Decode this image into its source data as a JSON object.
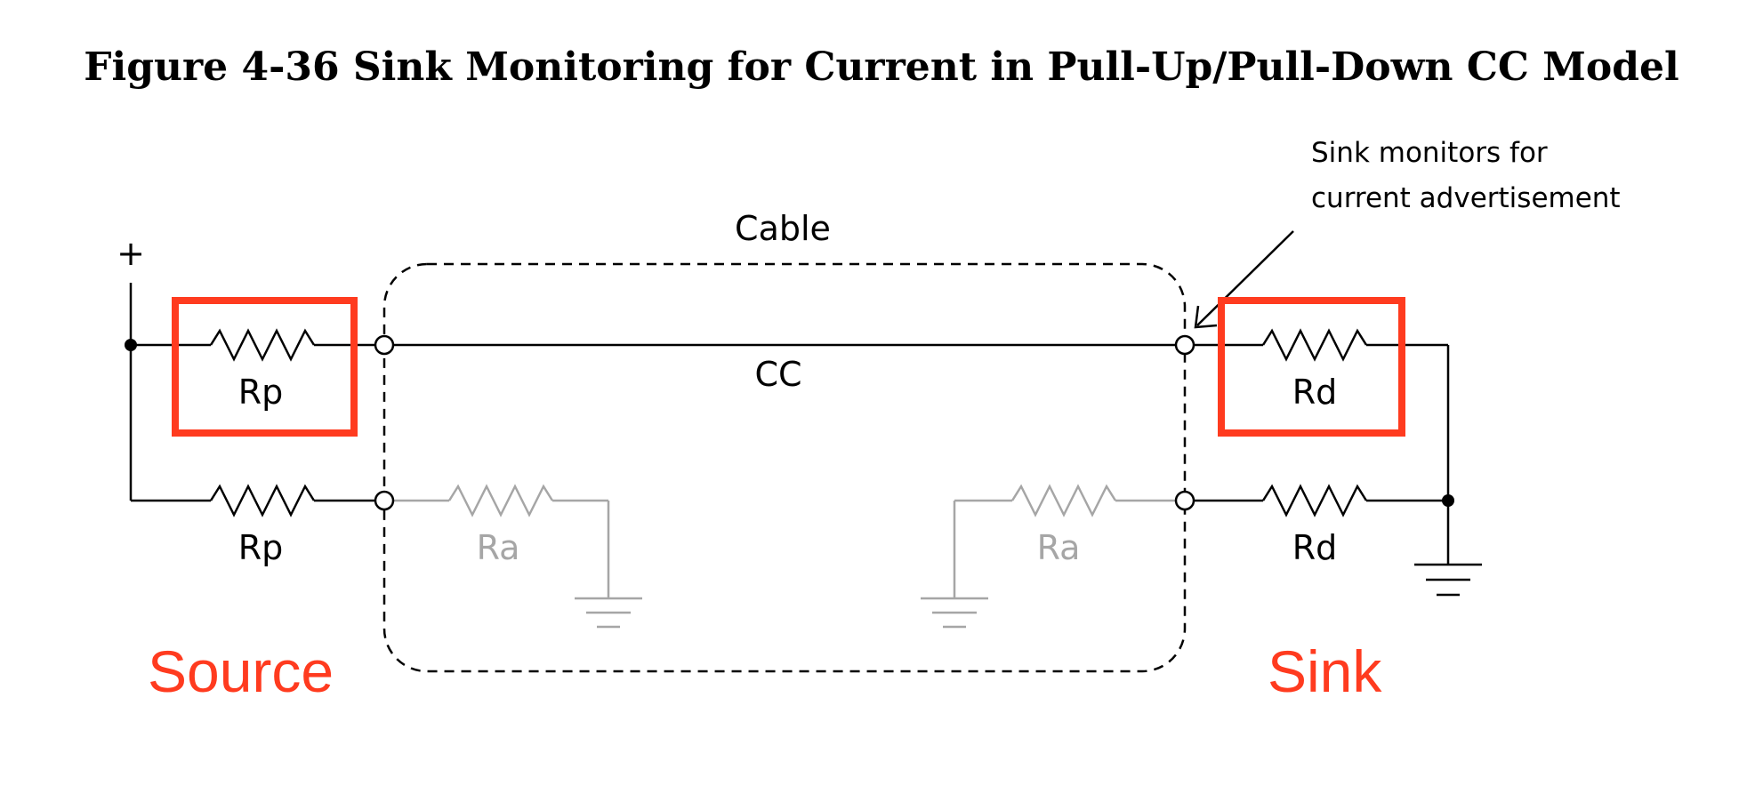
{
  "figure": {
    "title": "Figure 4-36  Sink Monitoring for Current in Pull-Up/Pull-Down CC Model"
  },
  "labels": {
    "plus": "+",
    "cable": "Cable",
    "cc": "CC",
    "rp_top": "Rp",
    "rp_bottom": "Rp",
    "ra_left": "Ra",
    "ra_right": "Ra",
    "rd_top": "Rd",
    "rd_bottom": "Rd",
    "source": "Source",
    "sink": "Sink",
    "annotation_line1": "Sink monitors for",
    "annotation_line2": "current advertisement"
  },
  "colors": {
    "wire": "#000000",
    "inactive": "#a6a6a6",
    "highlight": "#ff3b1f"
  }
}
